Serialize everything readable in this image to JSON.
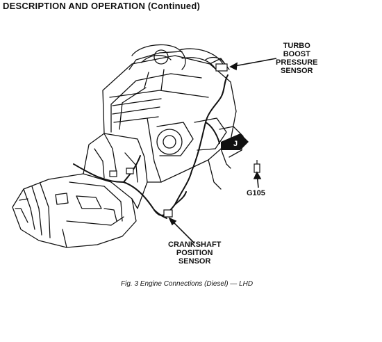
{
  "header": {
    "title": "DESCRIPTION AND OPERATION",
    "continued": "(Continued)"
  },
  "callouts": {
    "turbo": [
      "TURBO",
      "BOOST",
      "PRESSURE",
      "SENSOR"
    ],
    "ground": "G105",
    "crank": [
      "CRANKSHAFT",
      "POSITION",
      "SENSOR"
    ],
    "tag_letter": "J"
  },
  "caption": "Fig. 3 Engine Connections (Diesel) — LHD"
}
